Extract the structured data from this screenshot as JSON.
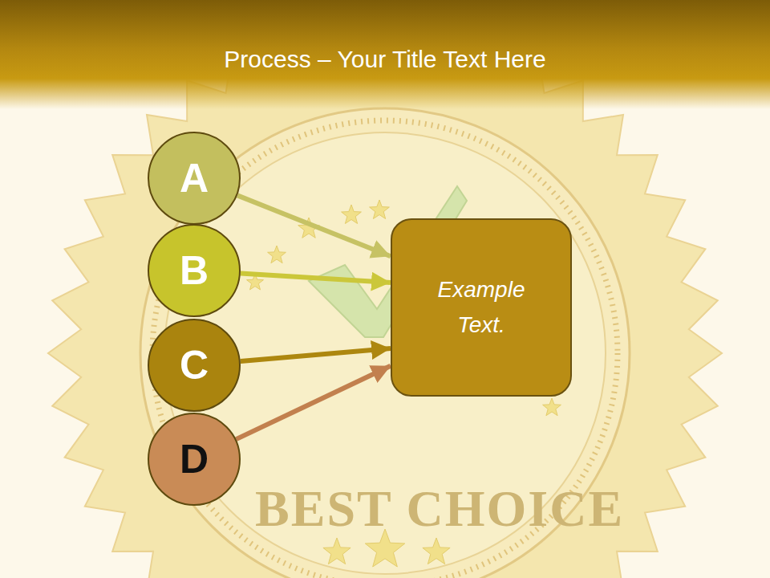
{
  "diagram": {
    "title": "Process – Your Title Text Here",
    "nodes": [
      {
        "text": [
          "A"
        ]
      },
      {
        "text": [
          "B"
        ]
      },
      {
        "text": [
          "C"
        ]
      },
      {
        "text": [
          "D"
        ]
      },
      {
        "text": [
          "Example Text."
        ]
      }
    ],
    "edges": [
      {
        "from": 0,
        "to": 4,
        "arrow": "to"
      },
      {
        "from": 1,
        "to": 4,
        "arrow": "to"
      },
      {
        "from": 2,
        "to": 4,
        "arrow": "to"
      },
      {
        "from": 3,
        "to": 4,
        "arrow": "to"
      }
    ],
    "labels": [
      "BEST CHOICE"
    ]
  }
}
